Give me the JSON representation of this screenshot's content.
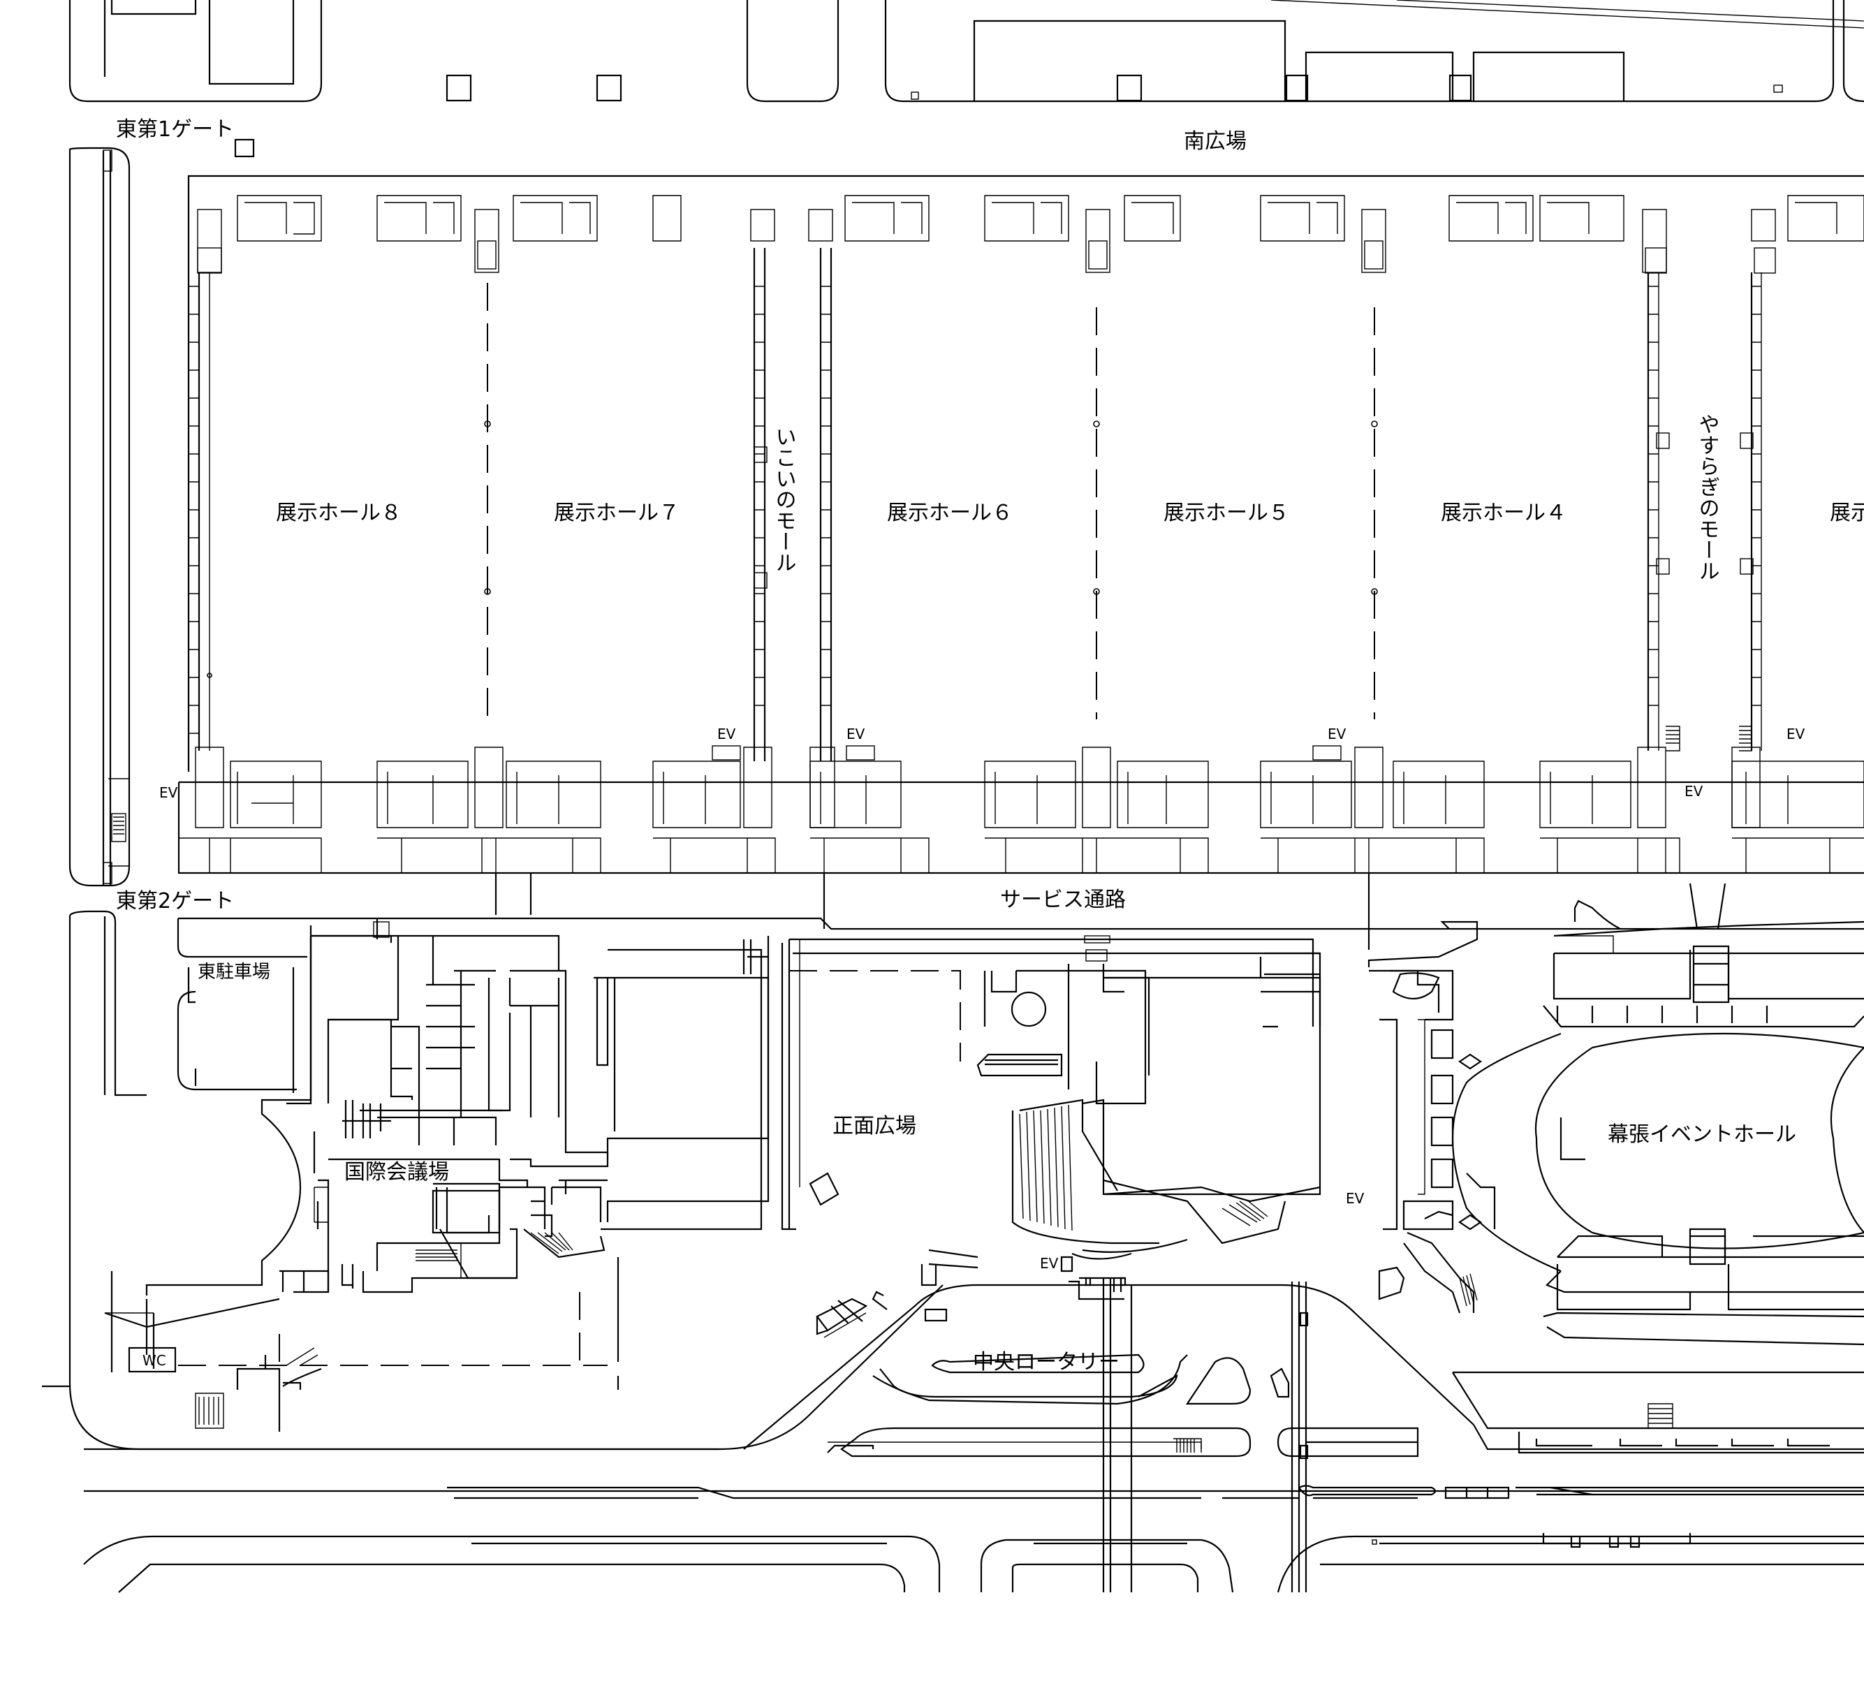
{
  "map": {
    "labels": {
      "south_plaza": "南広場",
      "east_gate_1": "東第1ゲート",
      "east_gate_2": "東第2ゲート",
      "hall_8": "展示ホール８",
      "hall_7": "展示ホール７",
      "hall_6": "展示ホール６",
      "hall_5": "展示ホール５",
      "hall_4": "展示ホール４",
      "hall_cut": "展示",
      "ikoi_mall": "いこいのモール",
      "yasuragi_mall": "やすらぎのモール",
      "service_road": "サービス通路",
      "east_parking": "東駐車場",
      "front_plaza": "正面広場",
      "conference": "国際会議場",
      "event_hall": "幕張イベントホール",
      "central_rotary": "中央ロータリー",
      "wc": "WC",
      "ev": "EV"
    }
  }
}
